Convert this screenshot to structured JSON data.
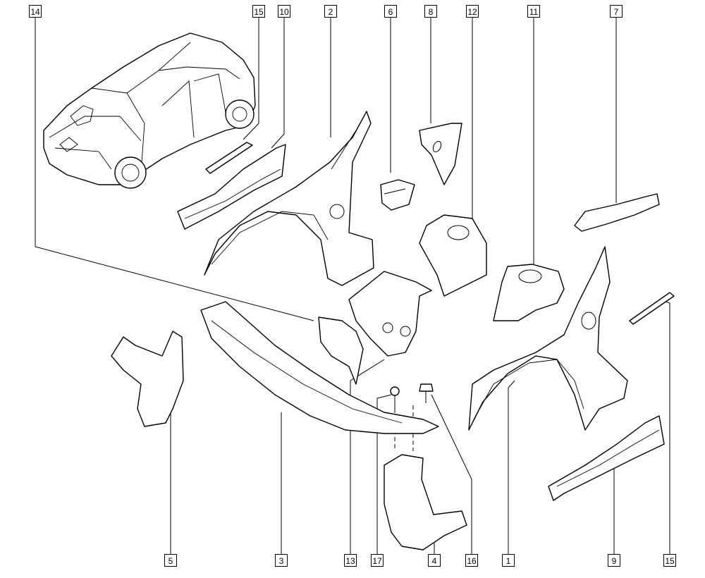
{
  "callouts": {
    "c14": "14",
    "c15_top": "15",
    "c10": "10",
    "c2": "2",
    "c6": "6",
    "c8": "8",
    "c12": "12",
    "c11": "11",
    "c7": "7",
    "c5": "5",
    "c3": "3",
    "c13": "13",
    "c17": "17",
    "c4": "4",
    "c16": "16",
    "c1": "1",
    "c9": "9",
    "c15_bottom": "15"
  }
}
